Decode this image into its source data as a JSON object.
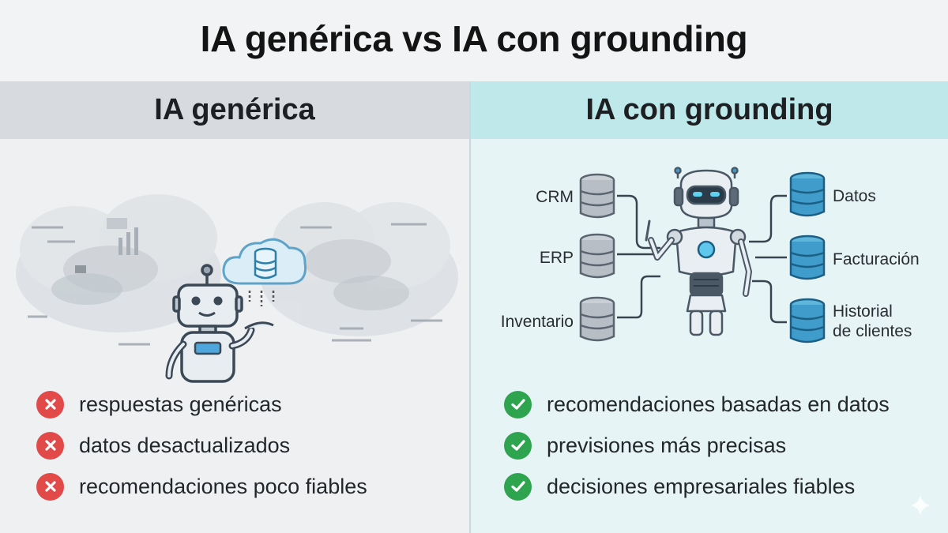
{
  "title": "IA genérica vs IA con grounding",
  "left": {
    "heading": "IA genérica",
    "items": [
      "respuestas genéricas",
      "datos desactualizados",
      "recomendaciones poco fiables"
    ]
  },
  "right": {
    "heading": "IA con grounding",
    "sources_left": [
      "CRM",
      "ERP",
      "Inventario"
    ],
    "sources_right": [
      "Datos",
      "Facturación",
      "Historial",
      "de clientes"
    ],
    "items": [
      "recomendaciones basadas en datos",
      "previsiones más precisas",
      "decisiones empresariales fiables"
    ]
  },
  "colors": {
    "negative": "#e24a4a",
    "positive": "#2fa44f",
    "left_header": "#d7dbdf",
    "right_header": "#bfe8ea",
    "db_blue": "#2e8fb8",
    "db_gray": "#a9b0b7"
  },
  "icons": {
    "negative": "x-circle-icon",
    "positive": "check-circle-icon"
  }
}
